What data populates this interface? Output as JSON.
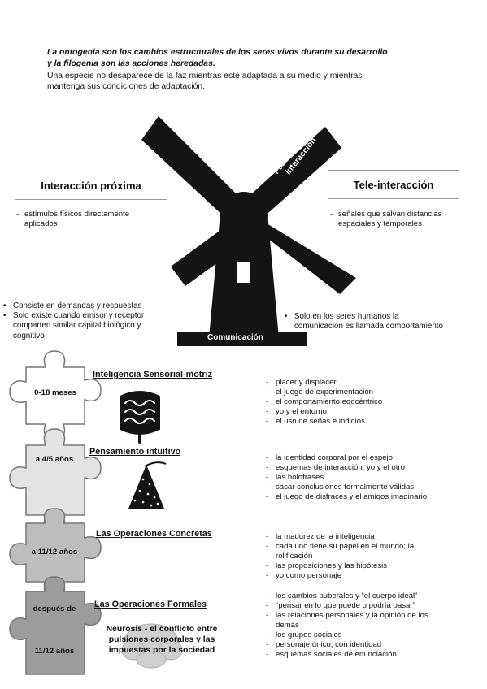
{
  "intro": {
    "bold_line1": "La ontogenia son los cambios estructurales de los seres vivos durante su desarrollo",
    "bold_line2": "y la filogenia son las acciones heredadas.",
    "plain_line1": "Una especie no desaparece de la faz mientras esté adaptada a su medio y mientras",
    "plain_line2": "mantenga sus condiciones de adaptación."
  },
  "windmill": {
    "blade_label_line1": "Pautas fijas de",
    "blade_label_line2": "interacción",
    "base_label": "Comunicación"
  },
  "proxima": {
    "title": "Interacción próxima",
    "desc_line1": "estímulos físicos directamente",
    "desc_line2": "aplicados",
    "bullets": [
      "Consiste en demandas y respuestas",
      "Solo existe cuando emisor y receptor",
      "comparten similar capital biológico y",
      "cognitivo"
    ]
  },
  "tele": {
    "title": "Tele-interacción",
    "desc_line1": "señales que salvan distancias",
    "desc_line2": "espaciales y temporales",
    "bullet_line1": "Solo en los seres humanos la",
    "bullet_line2": "comunicación es llamada comportamiento"
  },
  "stages": [
    {
      "label": "0-18 meses",
      "title": "Inteligencia Sensorial-motriz",
      "icon": "intestine-icon",
      "items": [
        "placer y displacer",
        "el juego de experimentación",
        "el comportamiento egocéntrico",
        "yo y el entorno",
        "el uso de señas e indicios"
      ]
    },
    {
      "label": "a 4/5 años",
      "title": "Pensamiento intuitivo",
      "icon": "party-hat-icon",
      "items": [
        "la identidad corporal por el espejo",
        "esquemas de interacción: yo y el otro",
        "las holofrases",
        "sacar conclusiones formalmente válidas",
        "el juego de disfraces y el amigos imaginario"
      ]
    },
    {
      "label": "a 11/12 años",
      "title": "Las Operaciones Concretas",
      "items": [
        "la madurez de la inteligencia",
        "cada uno tiene su papel en el mundo; la",
        "rolificación",
        "las proposiciones y las hipótesis",
        "yo como personaje"
      ]
    },
    {
      "label_line1": "después de",
      "label_line2": "11/12 años",
      "title": "Las Operaciones Formales",
      "icon": "brain-icon",
      "note_line1": "Neurosis - el conflicto entre",
      "note_line2": "pulsiones corporales y las",
      "note_line3": "impuestas por la sociedad",
      "items": [
        "los cambios puberales y “el cuerpo ideal”",
        "“pensar en lo que puede o podría pasar”",
        "las relaciones personales y la opinión de los",
        "demás",
        "los grupos sociales",
        "personaje único, con identidad",
        "esquemas sociales de enunciación"
      ]
    }
  ],
  "colors": {
    "windmill": "#141414",
    "piece1": "#ffffff",
    "piece2": "#e3e3e3",
    "piece3": "#bdbdbd",
    "piece4": "#9c9c9c",
    "box_border": "#9a9a9a"
  }
}
